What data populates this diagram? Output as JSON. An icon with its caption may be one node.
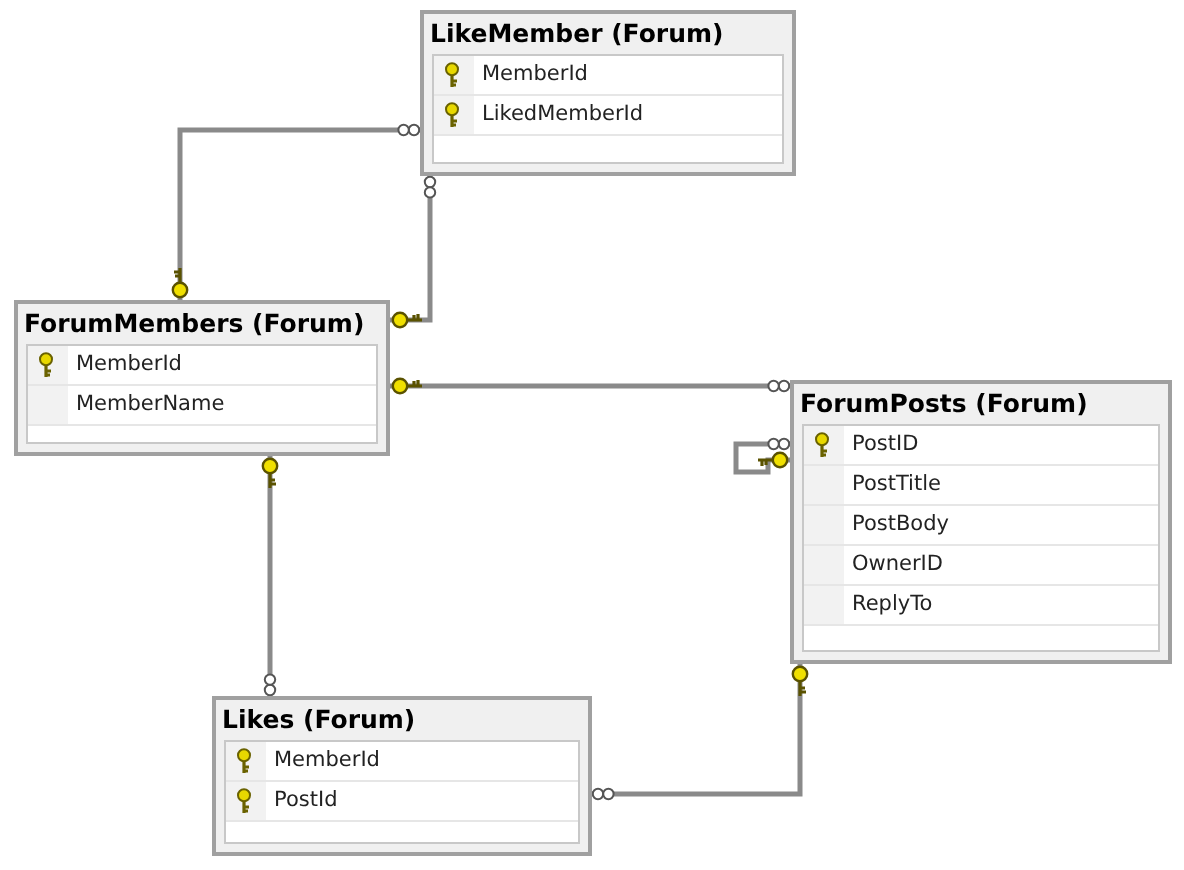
{
  "diagram": {
    "nodes": [
      {
        "text": [
          "LikeMember (Forum)",
          "MemberId",
          "LikedMemberId"
        ]
      },
      {
        "text": [
          "ForumMembers (Forum)",
          "MemberId",
          "MemberName"
        ]
      },
      {
        "text": [
          "ForumPosts (Forum)",
          "PostID",
          "PostTitle",
          "PostBody",
          "OwnerID",
          "ReplyTo"
        ]
      },
      {
        "text": [
          "Likes (Forum)",
          "MemberId",
          "PostId"
        ]
      }
    ],
    "edges": [
      {
        "from": 0,
        "to": 1,
        "arrow": "other"
      },
      {
        "from": 0,
        "to": 1,
        "arrow": "other"
      },
      {
        "from": 2,
        "to": 1,
        "arrow": "other"
      },
      {
        "from": 3,
        "to": 1,
        "arrow": "other"
      },
      {
        "from": 3,
        "to": 2,
        "arrow": "other"
      },
      {
        "from": 2,
        "to": 2,
        "arrow": "other"
      }
    ]
  }
}
